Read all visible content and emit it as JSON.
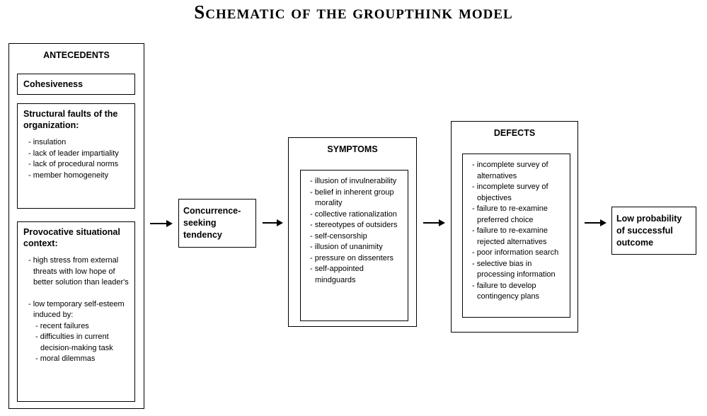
{
  "title": "Schematic of the groupthink model",
  "antecedents": {
    "header": "ANTECEDENTS",
    "cohesiveness": "Cohesiveness",
    "structural": {
      "header": "Structural faults of the organization:",
      "items": [
        "- insulation",
        "- lack of leader impartiality",
        "- lack of procedural norms",
        "- member homogeneity"
      ]
    },
    "provocative": {
      "header": "Provocative situational context:",
      "item1": "- high stress from external threats with low hope of better solution than leader's",
      "item2": "- low temporary self-esteem induced by:",
      "subitems": [
        "- recent failures",
        "- difficulties in current decision-making task",
        "- moral dilemmas"
      ]
    }
  },
  "concurrence": {
    "label": "Concurrence-seeking tendency"
  },
  "symptoms": {
    "header": "SYMPTOMS",
    "items": [
      "- illusion of invulnerability",
      "- belief in inherent group morality",
      "- collective rationalization",
      "- stereotypes of outsiders",
      "- self-censorship",
      "- illusion of unanimity",
      "- pressure on dissenters",
      "- self-appointed mindguards"
    ]
  },
  "defects": {
    "header": "DEFECTS",
    "items": [
      "- incomplete survey of alternatives",
      "- incomplete survey of objectives",
      "- failure to re-examine preferred choice",
      "- failure to re-examine rejected alternatives",
      "- poor information search",
      "- selective bias in processing information",
      "- failure to develop contingency plans"
    ]
  },
  "outcome": {
    "label": "Low probability of successful outcome"
  },
  "colors": {
    "background": "#ffffff",
    "line": "#000000",
    "text": "#000000"
  }
}
